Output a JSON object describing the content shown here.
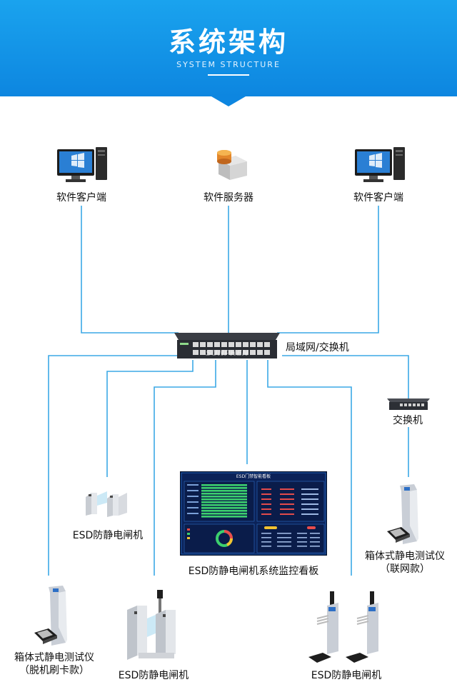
{
  "header": {
    "title": "系统架构",
    "subtitle": "SYSTEM STRUCTURE"
  },
  "nodes": {
    "client_left": "软件客户端",
    "server": "软件服务器",
    "client_right": "软件客户端",
    "main_switch": "局域网/交换机",
    "sub_switch": "交换机",
    "gate_top": "ESD防静电闸机",
    "board": "ESD防静电闸机系统监控看板",
    "tester_net_l1": "箱体式静电测试仪",
    "tester_net_l2": "（联网款）",
    "tester_off_l1": "箱体式静电测试仪",
    "tester_off_l2": "（脱机刷卡款）",
    "gate_bottom_mid": "ESD防静电闸机",
    "gate_bottom_right": "ESD防静电闸机"
  },
  "switch_brand": "SUNPHEN",
  "board_title": "ESD门禁智能看板",
  "colors": {
    "header": "#1497e8",
    "wire": "#3ba9e6",
    "board_bg": "#0a1a4a",
    "bar": "#3ccf6e"
  }
}
